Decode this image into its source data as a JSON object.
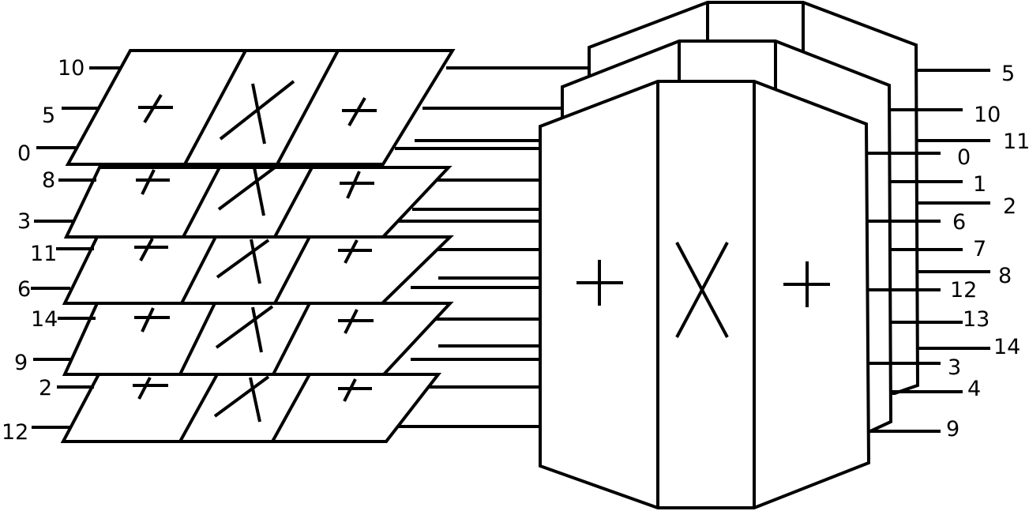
{
  "diagram": {
    "description": "Transformation of a stack of five parallelogram slices (each + | X | +) into a stacked set of three hexagonal prisms (+ | X | +)",
    "colors": {
      "stroke": "#000000",
      "background": "#ffffff"
    },
    "left_stack": {
      "slice_count": 5,
      "slice_symbols": [
        "+",
        "X",
        "+"
      ],
      "input_labels": [
        "10",
        "5",
        "0",
        "8",
        "3",
        "11",
        "6",
        "14",
        "9",
        "2",
        "12"
      ]
    },
    "right_stack": {
      "prism_count": 3,
      "front_face_symbols": [
        "+",
        "X",
        "+"
      ],
      "output_labels": [
        "5",
        "10",
        "11",
        "0",
        "1",
        "2",
        "6",
        "7",
        "8",
        "12",
        "13",
        "14",
        "3",
        "4",
        "9"
      ]
    }
  }
}
